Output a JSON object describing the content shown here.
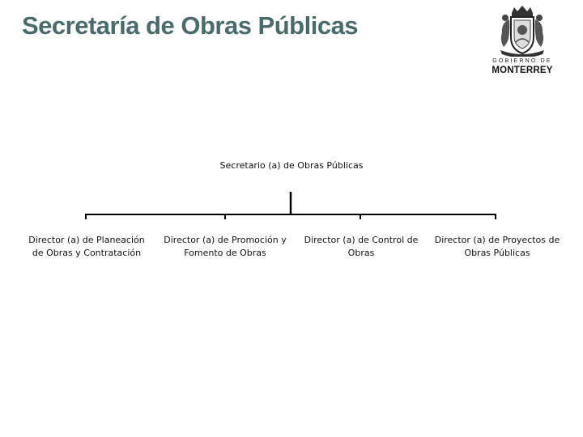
{
  "header": {
    "title": "Secretaría de Obras Públicas"
  },
  "logo": {
    "icon": "coat-of-arms-icon",
    "top_text": "GOBIERNO DE",
    "main_text": "MONTERREY"
  },
  "org_chart": {
    "root": {
      "label": "Secretario (a) de Obras Públicas"
    },
    "children": [
      {
        "label": "Director (a) de Planeación de Obras y Contratación"
      },
      {
        "label": "Director (a) de Promoción y Fomento de Obras"
      },
      {
        "label": "Director (a) de Control de Obras"
      },
      {
        "label": "Director (a) de Proyectos de Obras Públicas"
      }
    ]
  }
}
